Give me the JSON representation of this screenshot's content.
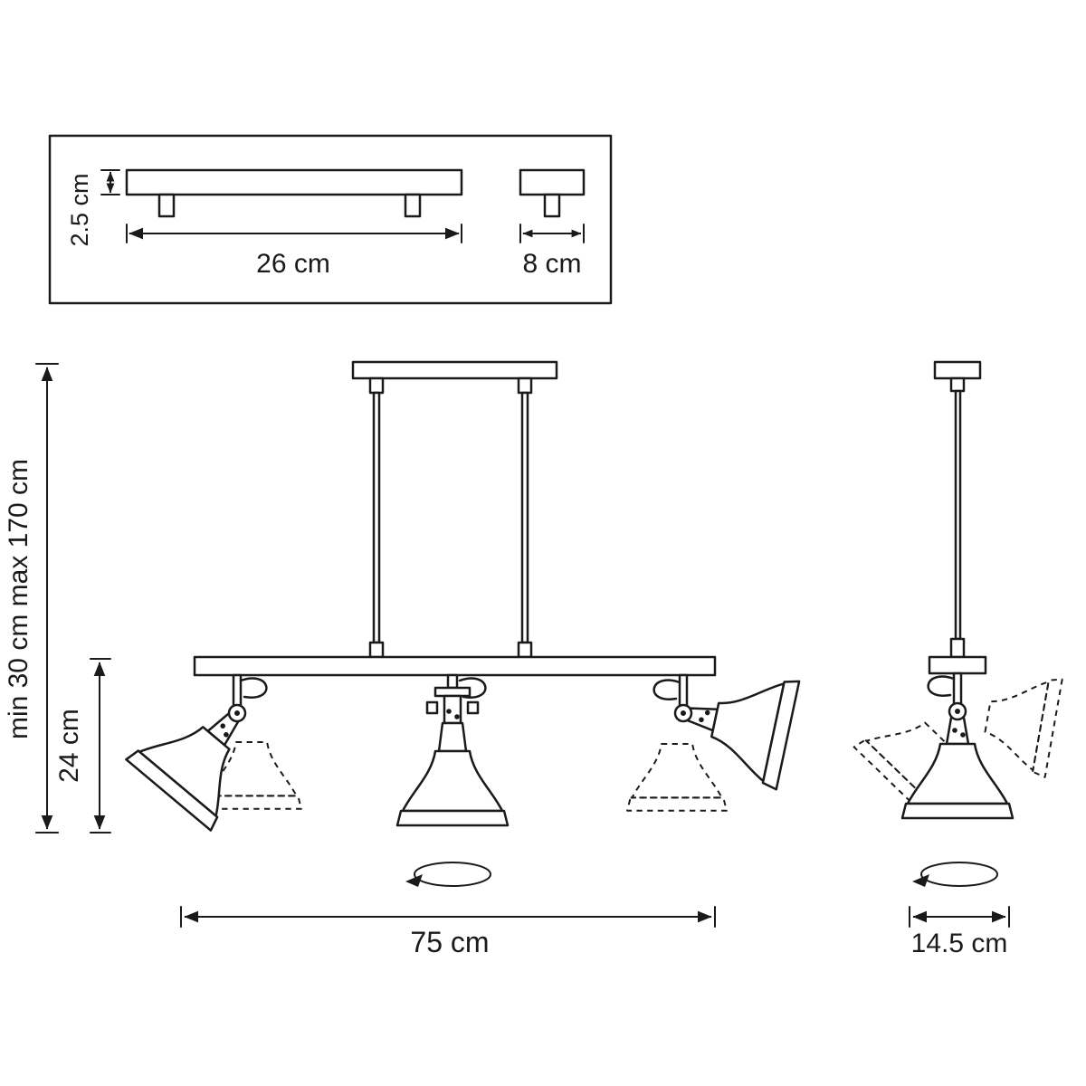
{
  "panel": {
    "thickness_label": "2.5 cm",
    "length_label": "26 cm",
    "width_label": "8 cm"
  },
  "dimensions": {
    "suspension_label": "min 30 cm max 170 cm",
    "shade_drop_label": "24 cm",
    "fixture_length_label": "75 cm",
    "single_width_label": "14.5 cm"
  },
  "colors": {
    "line": "#1a1a1a",
    "background": "#ffffff"
  }
}
